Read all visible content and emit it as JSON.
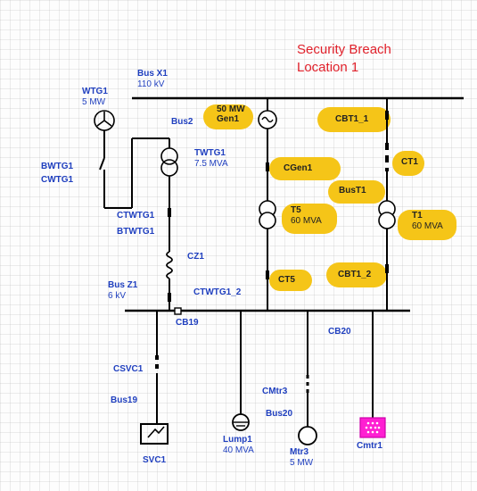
{
  "annotation": {
    "line1": "Security Breach",
    "line2": "Location 1",
    "color": "#e0202a"
  },
  "buses": {
    "bus_x1": {
      "name": "Bus X1",
      "voltage": "110 kV"
    },
    "bus_z1": {
      "name": "Bus Z1",
      "voltage": "6 kV"
    }
  },
  "generation": {
    "wind": {
      "name": "WTG1",
      "rating": "5 MW"
    },
    "gen": {
      "name": "Gen1",
      "rating": "50 MW"
    }
  },
  "transformers": {
    "twtg1": {
      "name": "TWTG1",
      "rating": "7.5 MVA"
    },
    "t5": {
      "name": "T5",
      "rating": "60 MVA"
    },
    "t1": {
      "name": "T1",
      "rating": "60 MVA"
    }
  },
  "labels": {
    "bus2": "Bus2",
    "bwtg1": "BWTG1",
    "cwtg1": "CWTG1",
    "ctwtg1": "CTWTG1",
    "btwtg1": "BTWTG1",
    "cz1": "CZ1",
    "ctwtg1_2": "CTWTG1_2",
    "cb19": "CB19",
    "csvc1": "CSVC1",
    "bus19": "Bus19",
    "svc1": "SVC1",
    "cb20": "CB20",
    "cmtr3": "CMtr3",
    "bus20": "Bus20",
    "cmtr1": "Cmtr1"
  },
  "loads": {
    "lump1": {
      "name": "Lump1",
      "rating": "40 MVA"
    },
    "mtr3": {
      "name": "Mtr3",
      "rating": "5 MW"
    }
  },
  "highlighted_tags": {
    "gen1": "Gen1",
    "cgen1": "CGen1",
    "ct5": "CT5",
    "cbt1_1": "CBT1_1",
    "ct1": "CT1",
    "bust1": "BusT1",
    "t1_rating": "60 MVA",
    "cbt1_2": "CBT1_2"
  },
  "colors": {
    "label_blue": "#1f3fbf",
    "highlight_yellow": "#f5c518",
    "motor_magenta": "#ff1fd2",
    "line": "#000000"
  }
}
